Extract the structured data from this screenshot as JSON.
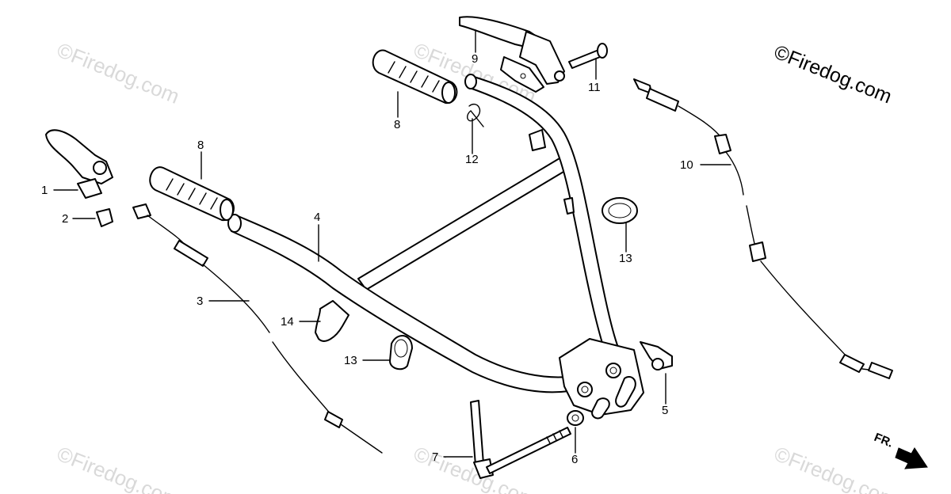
{
  "watermark": {
    "brand": "©Firedog.com",
    "corner_brand": "©Firedog.com"
  },
  "direction_marker": {
    "label": "FR."
  },
  "callouts": [
    {
      "id": "c1",
      "label": "1"
    },
    {
      "id": "c2",
      "label": "2"
    },
    {
      "id": "c3",
      "label": "3"
    },
    {
      "id": "c4",
      "label": "4"
    },
    {
      "id": "c5",
      "label": "5"
    },
    {
      "id": "c6",
      "label": "6"
    },
    {
      "id": "c7",
      "label": "7"
    },
    {
      "id": "c8a",
      "label": "8"
    },
    {
      "id": "c8b",
      "label": "8"
    },
    {
      "id": "c9",
      "label": "9"
    },
    {
      "id": "c10",
      "label": "10"
    },
    {
      "id": "c11",
      "label": "11"
    },
    {
      "id": "c12",
      "label": "12"
    },
    {
      "id": "c13a",
      "label": "13"
    },
    {
      "id": "c13b",
      "label": "13"
    },
    {
      "id": "c14",
      "label": "14"
    }
  ]
}
